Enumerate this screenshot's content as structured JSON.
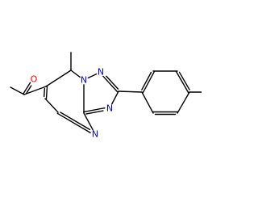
{
  "colors": {
    "background": "#ffffff",
    "bond": "#000000",
    "oxygen": "#ff0000",
    "nitrogen": "#0000ff"
  },
  "atoms": {
    "o1": {
      "text": "O",
      "color_key": "oxygen"
    },
    "n1": {
      "text": "N",
      "color_key": "nitrogen"
    },
    "n2": {
      "text": "N",
      "color_key": "nitrogen"
    },
    "n3": {
      "text": "N",
      "color_key": "nitrogen"
    },
    "n4": {
      "text": "N",
      "color_key": "nitrogen"
    }
  }
}
